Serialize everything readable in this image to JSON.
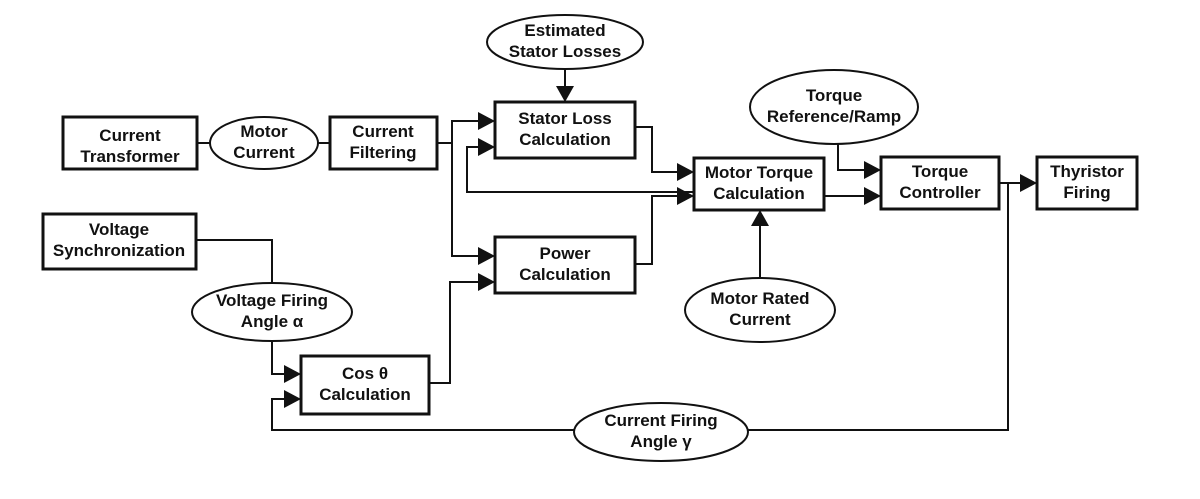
{
  "nodes": {
    "current_transformer": {
      "shape": "box",
      "lines": [
        "Current",
        "Transformer"
      ]
    },
    "motor_current": {
      "shape": "ellipse",
      "lines": [
        "Motor",
        "Current"
      ]
    },
    "current_filtering": {
      "shape": "box",
      "lines": [
        "Current",
        "Filtering"
      ]
    },
    "estimated_stator_losses": {
      "shape": "ellipse",
      "lines": [
        "Estimated",
        "Stator Losses"
      ]
    },
    "stator_loss_calculation": {
      "shape": "box",
      "lines": [
        "Stator Loss",
        "Calculation"
      ]
    },
    "motor_torque_calculation": {
      "shape": "box",
      "lines": [
        "Motor Torque",
        "Calculation"
      ]
    },
    "torque_reference_ramp": {
      "shape": "ellipse",
      "lines": [
        "Torque",
        "Reference/Ramp"
      ]
    },
    "torque_controller": {
      "shape": "box",
      "lines": [
        "Torque",
        "Controller"
      ]
    },
    "thyristor_firing": {
      "shape": "box",
      "lines": [
        "Thyristor",
        "Firing"
      ]
    },
    "voltage_synchronization": {
      "shape": "box",
      "lines": [
        "Voltage",
        "Synchronization"
      ]
    },
    "power_calculation": {
      "shape": "box",
      "lines": [
        "Power",
        "Calculation"
      ]
    },
    "motor_rated_current": {
      "shape": "ellipse",
      "lines": [
        "Motor Rated",
        "Current"
      ]
    },
    "voltage_firing_angle": {
      "shape": "ellipse",
      "lines": [
        "Voltage Firing",
        "Angle α"
      ]
    },
    "cos_theta_calculation": {
      "shape": "box",
      "lines": [
        "Cos θ",
        "Calculation"
      ]
    },
    "current_firing_angle": {
      "shape": "ellipse",
      "lines": [
        "Current Firing",
        "Angle γ"
      ]
    }
  },
  "edges": [
    {
      "from": "current_transformer",
      "to": "motor_current",
      "arrow": false
    },
    {
      "from": "motor_current",
      "to": "current_filtering",
      "arrow": false
    },
    {
      "from": "current_filtering",
      "to": "stator_loss_calculation",
      "arrow": true
    },
    {
      "from": "current_filtering",
      "to": "power_calculation",
      "arrow": true
    },
    {
      "from": "estimated_stator_losses",
      "to": "stator_loss_calculation",
      "arrow": true
    },
    {
      "from": "stator_loss_calculation",
      "to": "motor_torque_calculation",
      "arrow": true
    },
    {
      "from": "power_calculation",
      "to": "motor_torque_calculation",
      "arrow": true
    },
    {
      "from": "motor_torque_calculation",
      "to": "stator_loss_calculation",
      "arrow": true
    },
    {
      "from": "motor_rated_current",
      "to": "motor_torque_calculation",
      "arrow": true
    },
    {
      "from": "motor_torque_calculation",
      "to": "torque_controller",
      "arrow": true
    },
    {
      "from": "torque_reference_ramp",
      "to": "torque_controller",
      "arrow": true
    },
    {
      "from": "torque_controller",
      "to": "thyristor_firing",
      "arrow": true
    },
    {
      "from": "voltage_synchronization",
      "to": "voltage_firing_angle",
      "arrow": false
    },
    {
      "from": "voltage_firing_angle",
      "to": "cos_theta_calculation",
      "arrow": true
    },
    {
      "from": "cos_theta_calculation",
      "to": "power_calculation",
      "arrow": true
    },
    {
      "from": "torque_controller",
      "to": "current_firing_angle",
      "arrow": false
    },
    {
      "from": "current_firing_angle",
      "to": "cos_theta_calculation",
      "arrow": true
    }
  ]
}
